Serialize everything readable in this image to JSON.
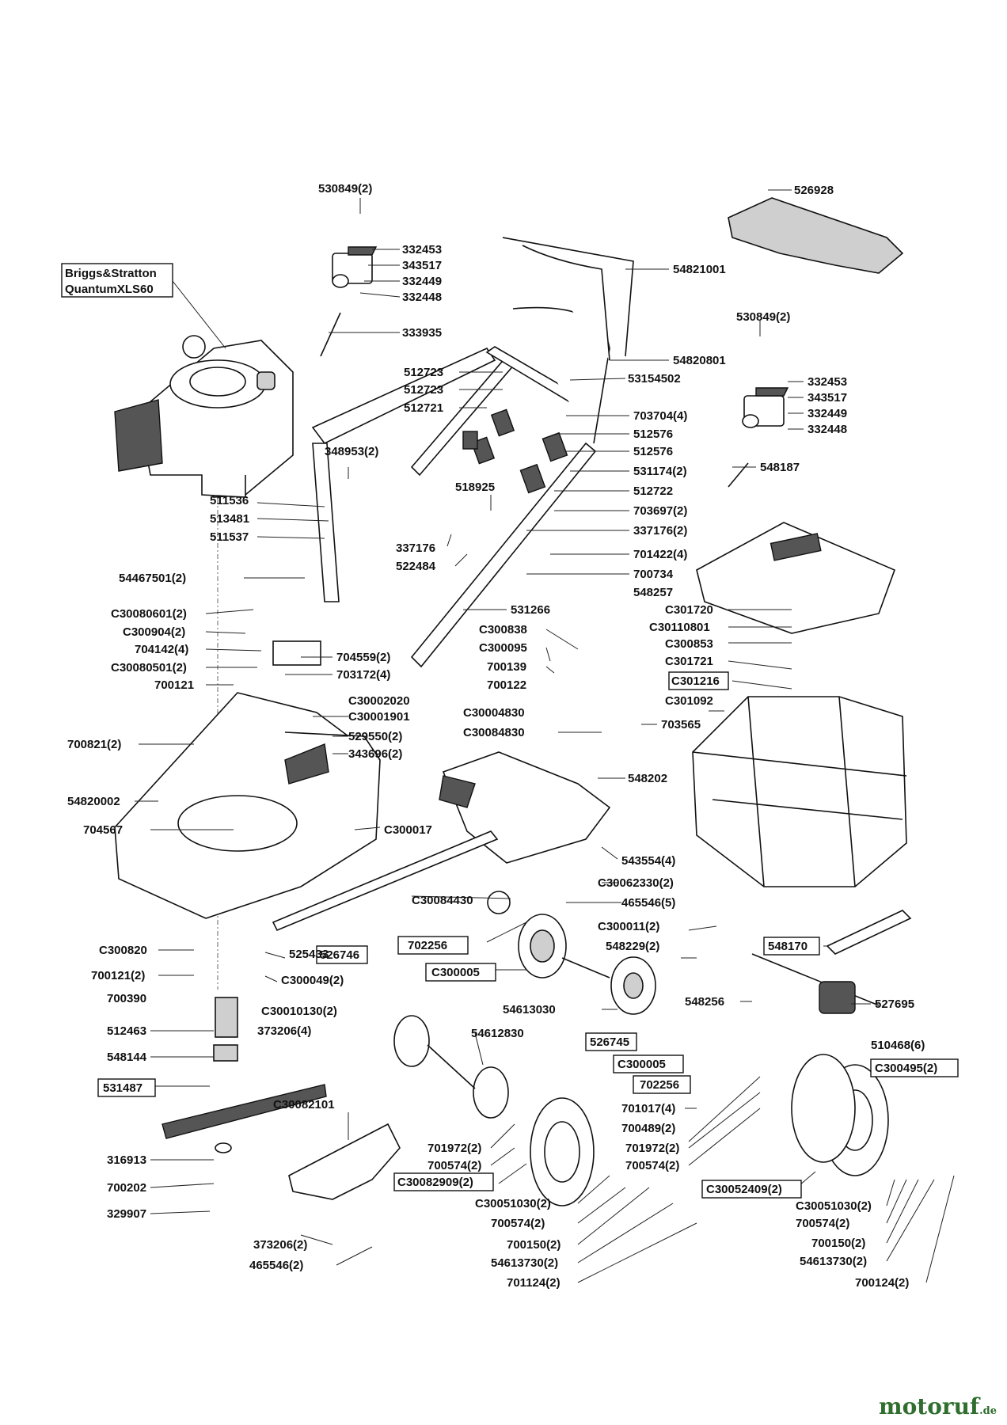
{
  "engine_label_line1": "Briggs&Stratton",
  "engine_label_line2": "QuantumXLS60",
  "brand": "motoruf",
  "brand_suffix": ".de",
  "labels": {
    "l530849a": "530849(2)",
    "l332453a": "332453",
    "l343517a": "343517",
    "l332449a": "332449",
    "l332448a": "332448",
    "l333935": "333935",
    "l526928": "526928",
    "l54821001": "54821001",
    "l530849b": "530849(2)",
    "l54820801": "54820801",
    "l53154502": "53154502",
    "l512723a": "512723",
    "l512723b": "512723",
    "l512721": "512721",
    "l703704": "703704(4)",
    "l512576a": "512576",
    "l512576b": "512576",
    "l531174": "531174(2)",
    "l512722": "512722",
    "l703697": "703697(2)",
    "l337176b": "337176(2)",
    "l332453b": "332453",
    "l343517b": "343517",
    "l332449b": "332449",
    "l332448b": "332448",
    "l548187": "548187",
    "l348953": "348953(2)",
    "l511536": "511536",
    "l513481": "513481",
    "l511537": "511537",
    "l518925": "518925",
    "l337176a": "337176",
    "l522484": "522484",
    "l701422": "701422(4)",
    "l700734": "700734",
    "l548257": "548257",
    "l54467501": "54467501(2)",
    "lC30080601": "C30080601(2)",
    "lC300904": "C300904(2)",
    "l704142": "704142(4)",
    "lC30080501": "C30080501(2)",
    "l700121": "700121",
    "l704559": "704559(2)",
    "l703172": "703172(4)",
    "l531266": "531266",
    "lC300838": "C300838",
    "lC300095": "C300095",
    "l700139": "700139",
    "l700122": "700122",
    "lC301720": "C301720",
    "lC30110801": "C30110801",
    "lC300853": "C300853",
    "lC301721": "C301721",
    "lC301216": "C301216",
    "lC301092": "C301092",
    "lC30002020": "C30002020",
    "lC30001901": "C30001901",
    "l529550": "529550(2)",
    "l343696": "343696(2)",
    "lC30004830": "C30004830",
    "lC30084830": "C30084830",
    "l703565": "703565",
    "l700821": "700821(2)",
    "l54820002": "54820002",
    "l704567": "704567",
    "lC300017": "C300017",
    "l548202": "548202",
    "l543554": "543554(4)",
    "lC30062330": "C30062330(2)",
    "lC30084430": "C30084430",
    "l465546a": "465546(5)",
    "l702256a": "702256",
    "l526746": "526746",
    "lC300005a": "C300005",
    "lC300011": "C300011(2)",
    "l548229": "548229(2)",
    "l548170": "548170",
    "lC300820": "C300820",
    "l525433": "525433",
    "l700121b": "700121(2)",
    "l700390": "700390",
    "lC300049": "C300049(2)",
    "lC30010130": "C30010130(2)",
    "l54613030": "54613030",
    "l548256": "548256",
    "l527695": "527695",
    "l512463": "512463",
    "l373206a": "373206(4)",
    "l548144": "548144",
    "l54612830": "54612830",
    "l526745": "526745",
    "lC300005b": "C300005",
    "l702256b": "702256",
    "l510468": "510468(6)",
    "lC300495": "C300495(2)",
    "l531487": "531487",
    "lC30082101": "C30082101",
    "l701017": "701017(4)",
    "l700489": "700489(2)",
    "l316913": "316913",
    "l701972a": "701972(2)",
    "l700574a": "700574(2)",
    "l701972b": "701972(2)",
    "l700574b": "700574(2)",
    "l700202": "700202",
    "lC30082909": "C30082909(2)",
    "lC30052409": "C30052409(2)",
    "l329907": "329907",
    "lC30051030a": "C30051030(2)",
    "lC30051030b": "C30051030(2)",
    "l700574c": "700574(2)",
    "l700574d": "700574(2)",
    "l373206b": "373206(2)",
    "l700150a": "700150(2)",
    "l700150b": "700150(2)",
    "l54613730a": "54613730(2)",
    "l54613730b": "54613730(2)",
    "l465546b": "465546(2)",
    "l701124": "701124(2)",
    "l700124": "700124(2)"
  }
}
